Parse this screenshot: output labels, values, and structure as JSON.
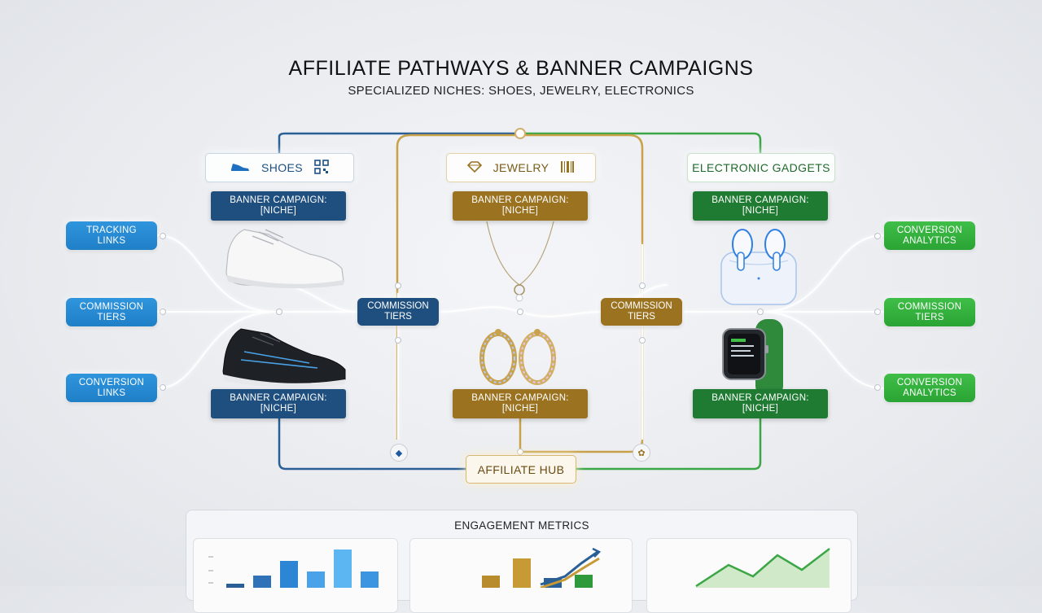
{
  "header": {
    "title": "AFFILIATE PATHWAYS & BANNER CAMPAIGNS",
    "subtitle": "SPECIALIZED NICHES: SHOES, JEWELRY, ELECTRONICS"
  },
  "niches": {
    "shoes": {
      "label": "SHOES",
      "icon": "sneaker-icon",
      "extra_icon": "qr-code-icon",
      "color": "#1d4f80"
    },
    "jewelry": {
      "label": "JEWELRY",
      "icon": "diamond-icon",
      "extra_icon": "barcode-icon",
      "color": "#9a7220"
    },
    "electronics": {
      "label": "ELECTRONIC GADGETS",
      "color": "#1f7a32"
    }
  },
  "banners": {
    "line1": "BANNER CAMPAIGN:",
    "line2": "[NICHE]"
  },
  "left_nodes": [
    {
      "line1": "TRACKING",
      "line2": "LINKS"
    },
    {
      "line1": "COMMISSION",
      "line2": "TIERS"
    },
    {
      "line1": "CONVERSION",
      "line2": "LINKS"
    }
  ],
  "right_nodes": [
    {
      "line1": "CONVERSION",
      "line2": "ANALYTICS"
    },
    {
      "line1": "COMMISSION",
      "line2": "TIERS"
    },
    {
      "line1": "CONVERSION",
      "line2": "ANALYTICS"
    }
  ],
  "middle_nodes": [
    {
      "line1": "COMMISSION",
      "line2": "TIERS",
      "color": "#1d4f80"
    },
    {
      "line1": "COMMISSION",
      "line2": "TIERS",
      "color": "#9a7220"
    }
  ],
  "hub": {
    "label": "AFFILIATE HUB"
  },
  "metrics": {
    "title": "ENGAGEMENT METRICS"
  },
  "colors": {
    "blue": "#1d4f80",
    "gold": "#9a7220",
    "green": "#1f7a32",
    "light_blue": "#2a8fd8",
    "light_green": "#38b544"
  }
}
